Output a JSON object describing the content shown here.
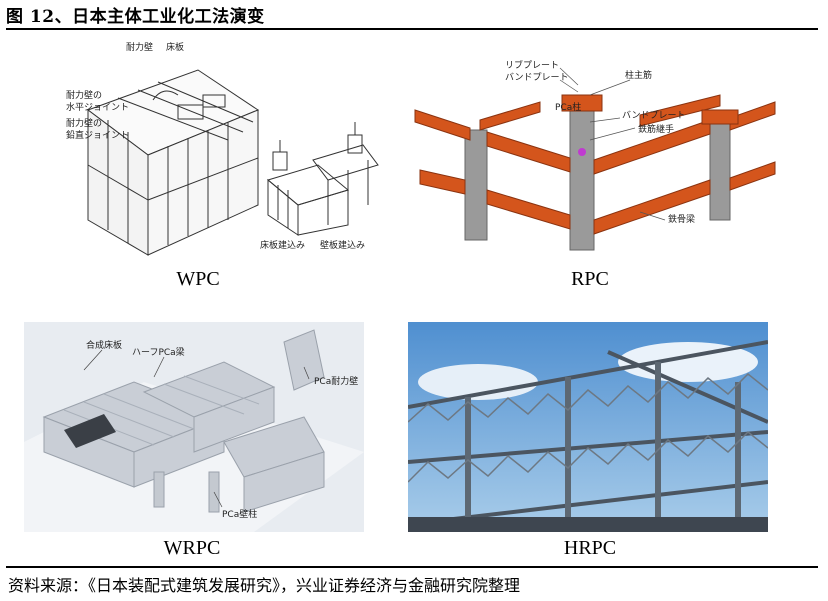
{
  "title": "图 12、日本主体工业化工法演变",
  "panels": {
    "wpc": {
      "caption": "WPC",
      "labels": [
        "耐力壁",
        "床板",
        "耐力壁の",
        "水平ジョイント",
        "耐力壁の",
        "鉛直ジョイント",
        "床板建込み",
        "壁板建込み"
      ]
    },
    "rpc": {
      "caption": "RPC",
      "labels": [
        "リブプレート",
        "バンドプレート",
        "柱主筋",
        "PCa柱",
        "バンドプレート",
        "鉄筋継手",
        "鉄骨梁"
      ]
    },
    "wrpc": {
      "caption": "WRPC",
      "labels": [
        "合成床板",
        "ハーフPCa梁",
        "PCa耐力壁",
        "PCa壁柱"
      ]
    },
    "hrpc": {
      "caption": "HRPC"
    }
  },
  "footer": "资料来源：《日本装配式建筑发展研究》，兴业证券经济与金融研究院整理"
}
